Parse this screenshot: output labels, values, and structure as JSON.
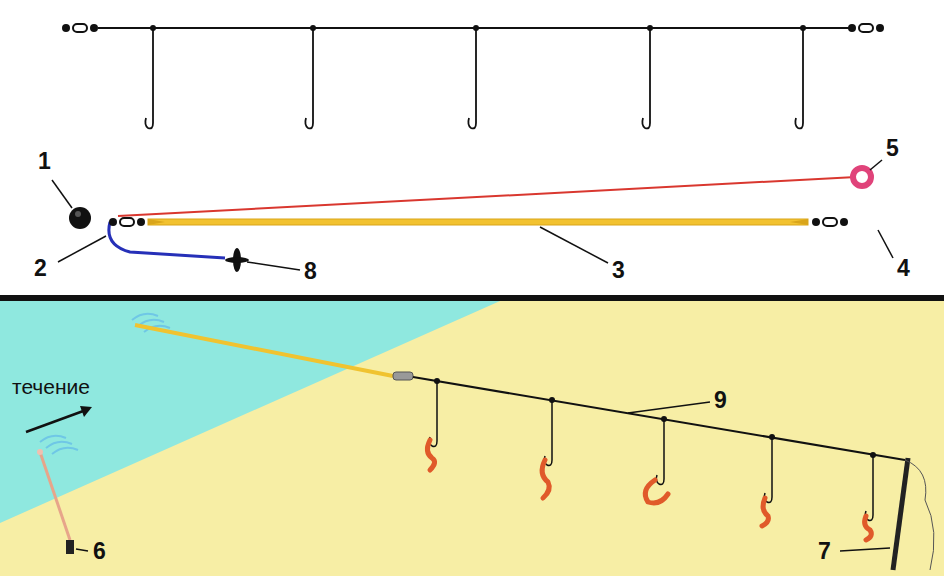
{
  "diagram": {
    "labels": [
      "1",
      "5",
      "2",
      "8",
      "3",
      "4",
      "течение",
      "9",
      "6",
      "7"
    ]
  }
}
